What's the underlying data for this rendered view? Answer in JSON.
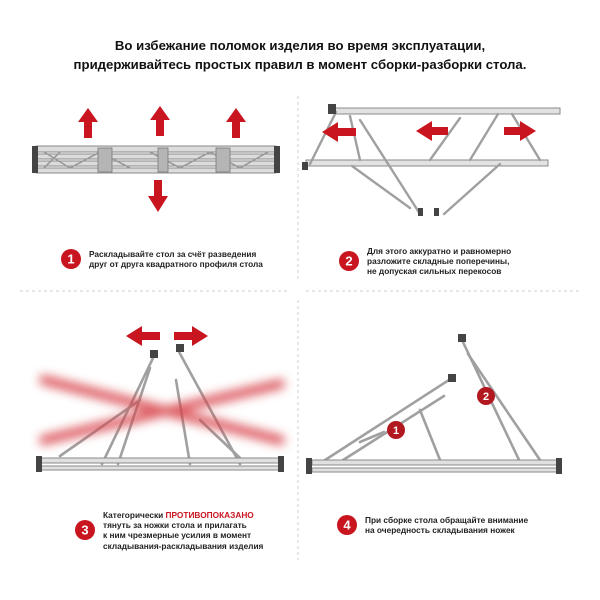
{
  "title": {
    "line1": "Во избежание поломок изделия во время эксплуатации,",
    "line2": "придерживайтесь простых правил в момент сборки-разборки стола."
  },
  "colors": {
    "accent": "#c9151f",
    "frame": "#d8d8d8",
    "frame_edge": "#8a8a8a",
    "divider": "#d0d0d0"
  },
  "steps": [
    {
      "number": "1",
      "line1": "Раскладывайте стол за счёт разведения",
      "line2": "друг от друга квадратного профиля стола"
    },
    {
      "number": "2",
      "line1": "Для этого аккуратно и равномерно",
      "line2": "разложите складные поперечины,",
      "line3": "не допуская сильных перекосов"
    },
    {
      "number": "3",
      "line1_a": "Категорически ",
      "line1_b": "ПРОТИВОПОКАЗАНО",
      "line2": "тянуть за ножки стола и прилагать",
      "line3": "к ним чрезмерные усилия в момент",
      "line4": "складывания-раскладывания изделия"
    },
    {
      "number": "4",
      "line1": "При сборке стола обращайте внимание",
      "line2": "на очередность складывания ножек"
    }
  ],
  "order_badges": [
    "1",
    "2"
  ]
}
